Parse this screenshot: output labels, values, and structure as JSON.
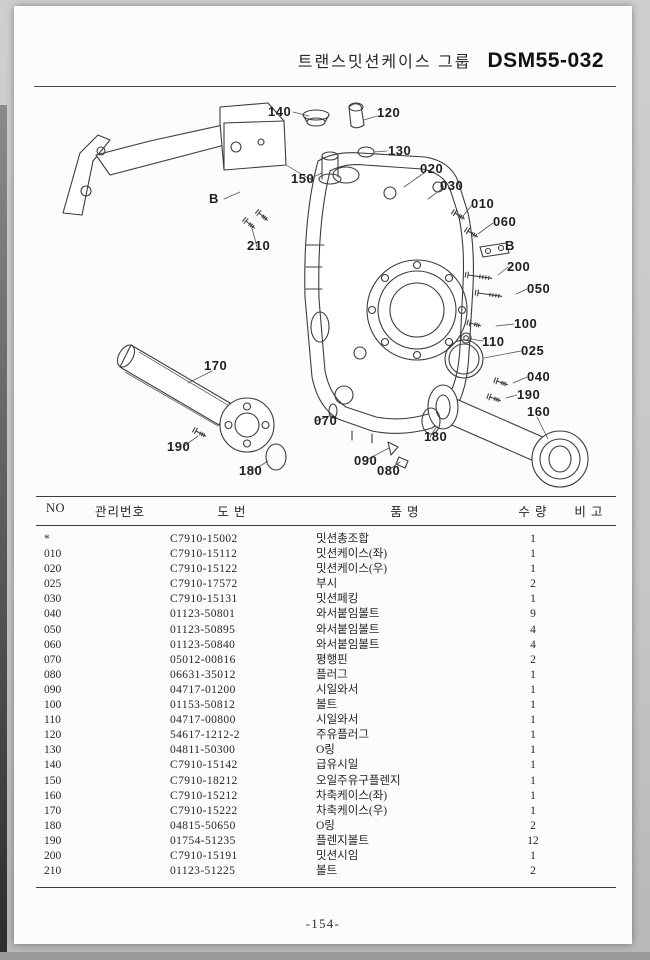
{
  "header": {
    "title": "트랜스밋션케이스 그룹",
    "code": "DSM55-032"
  },
  "colors": {
    "ink": "#222222",
    "paper": "#fcfcfa"
  },
  "diagram": {
    "callouts": [
      {
        "label": "140"
      },
      {
        "label": "120"
      },
      {
        "label": "130"
      },
      {
        "label": "150"
      },
      {
        "label": "020"
      },
      {
        "label": "030"
      },
      {
        "label": "010"
      },
      {
        "label": "060"
      },
      {
        "label": "B"
      },
      {
        "label": "200"
      },
      {
        "label": "050"
      },
      {
        "label": "100"
      },
      {
        "label": "110"
      },
      {
        "label": "025"
      },
      {
        "label": "040"
      },
      {
        "label": "190"
      },
      {
        "label": "160"
      },
      {
        "label": "170"
      },
      {
        "label": "070"
      },
      {
        "label": "190"
      },
      {
        "label": "180"
      },
      {
        "label": "090"
      },
      {
        "label": "080"
      },
      {
        "label": "180"
      },
      {
        "label": "210"
      },
      {
        "label": "B"
      }
    ]
  },
  "table": {
    "headers": {
      "no": "NO",
      "mgmt": "관리번호",
      "dwg": "도    번",
      "name": "품    명",
      "qty": "수  량",
      "note": "비  고"
    },
    "rows": [
      {
        "no": "*",
        "mgmt": "",
        "dwg": "C7910-15002",
        "name": "밋션총조합",
        "qty": "1",
        "note": ""
      },
      {
        "no": "010",
        "mgmt": "",
        "dwg": "C7910-15112",
        "name": "밋션케이스(좌)",
        "qty": "1",
        "note": ""
      },
      {
        "no": "020",
        "mgmt": "",
        "dwg": "C7910-15122",
        "name": "밋션케이스(우)",
        "qty": "1",
        "note": ""
      },
      {
        "no": "025",
        "mgmt": "",
        "dwg": "C7910-17572",
        "name": "부시",
        "qty": "2",
        "note": ""
      },
      {
        "no": "030",
        "mgmt": "",
        "dwg": "C7910-15131",
        "name": "밋션페킹",
        "qty": "1",
        "note": ""
      },
      {
        "no": "040",
        "mgmt": "",
        "dwg": "01123-50801",
        "name": "와서붙임볼트",
        "qty": "9",
        "note": ""
      },
      {
        "no": "050",
        "mgmt": "",
        "dwg": "01123-50895",
        "name": "와서붙임볼트",
        "qty": "4",
        "note": ""
      },
      {
        "no": "060",
        "mgmt": "",
        "dwg": "01123-50840",
        "name": "와서붙임볼트",
        "qty": "4",
        "note": ""
      },
      {
        "no": "070",
        "mgmt": "",
        "dwg": "05012-00816",
        "name": "평행핀",
        "qty": "2",
        "note": ""
      },
      {
        "no": "080",
        "mgmt": "",
        "dwg": "06631-35012",
        "name": "플러그",
        "qty": "1",
        "note": ""
      },
      {
        "no": "090",
        "mgmt": "",
        "dwg": "04717-01200",
        "name": "시일와서",
        "qty": "1",
        "note": ""
      },
      {
        "no": "100",
        "mgmt": "",
        "dwg": "01153-50812",
        "name": "볼트",
        "qty": "1",
        "note": ""
      },
      {
        "no": "110",
        "mgmt": "",
        "dwg": "04717-00800",
        "name": "시일와서",
        "qty": "1",
        "note": ""
      },
      {
        "no": "120",
        "mgmt": "",
        "dwg": "54617-1212-2",
        "name": "주유플러그",
        "qty": "1",
        "note": ""
      },
      {
        "no": "130",
        "mgmt": "",
        "dwg": "04811-50300",
        "name": "O링",
        "qty": "1",
        "note": ""
      },
      {
        "no": "140",
        "mgmt": "",
        "dwg": "C7910-15142",
        "name": "급유시일",
        "qty": "1",
        "note": ""
      },
      {
        "no": "150",
        "mgmt": "",
        "dwg": "C7910-18212",
        "name": "오일주유구플렌지",
        "qty": "1",
        "note": ""
      },
      {
        "no": "160",
        "mgmt": "",
        "dwg": "C7910-15212",
        "name": "차축케이스(좌)",
        "qty": "1",
        "note": ""
      },
      {
        "no": "170",
        "mgmt": "",
        "dwg": "C7910-15222",
        "name": "차축케이스(우)",
        "qty": "1",
        "note": ""
      },
      {
        "no": "180",
        "mgmt": "",
        "dwg": "04815-50650",
        "name": "O링",
        "qty": "2",
        "note": ""
      },
      {
        "no": "190",
        "mgmt": "",
        "dwg": "01754-51235",
        "name": "플렌지볼트",
        "qty": "12",
        "note": ""
      },
      {
        "no": "200",
        "mgmt": "",
        "dwg": "C7910-15191",
        "name": "밋션시임",
        "qty": "1",
        "note": ""
      },
      {
        "no": "210",
        "mgmt": "",
        "dwg": "01123-51225",
        "name": "볼트",
        "qty": "2",
        "note": ""
      }
    ]
  },
  "footer": {
    "page_number": "-154-"
  }
}
